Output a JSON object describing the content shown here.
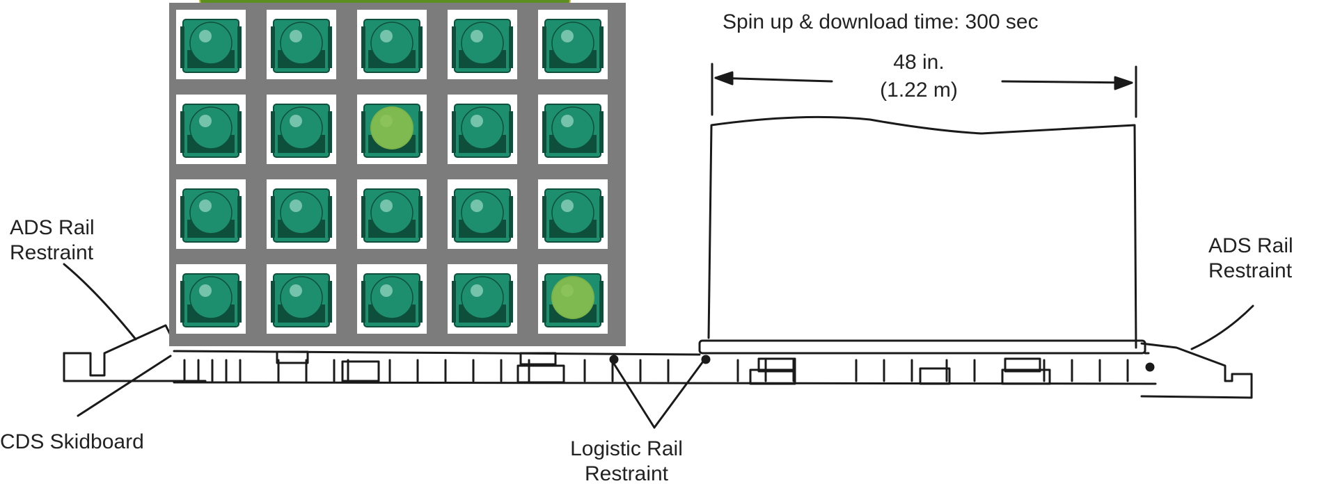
{
  "header": {
    "spin_text": "Spin up & download time: 300 sec"
  },
  "dimension": {
    "inches": "48 in.",
    "meters": "(1.22 m)"
  },
  "labels": {
    "ads_left_line1": "ADS Rail",
    "ads_left_line2": "Restraint",
    "ads_right_line1": "ADS Rail",
    "ads_right_line2": "Restraint",
    "cds_skidboard": "CDS Skidboard",
    "logistic_line1": "Logistic Rail",
    "logistic_line2": "Restraint"
  },
  "device_grid": {
    "rows": 4,
    "cols": 5,
    "highlighted_cells": [
      [
        1,
        2
      ],
      [
        3,
        4
      ]
    ]
  },
  "colors": {
    "device_teal": "#1e8f6e",
    "device_dark": "#0d4f3b",
    "highlight_green": "#8fc24a",
    "grid_gray": "#7c7c7c"
  }
}
